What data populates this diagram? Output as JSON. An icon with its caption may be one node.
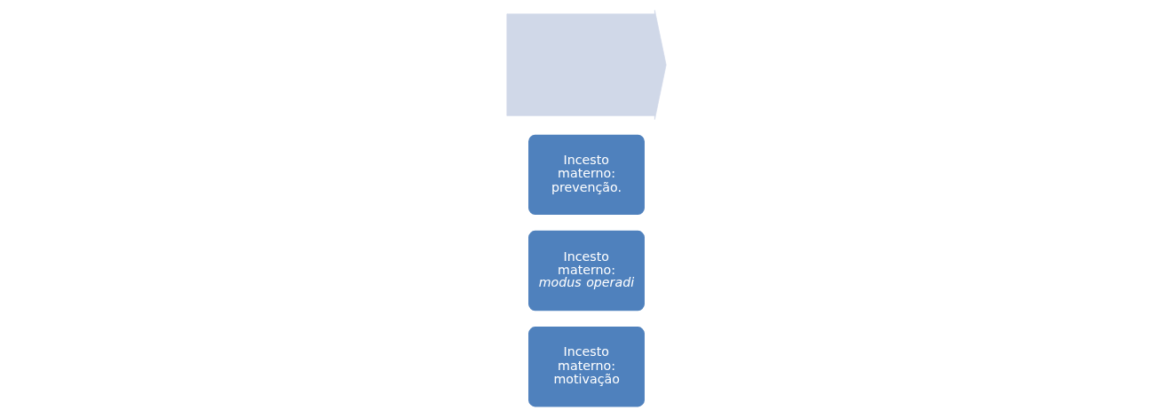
{
  "diagram": {
    "nodes": [
      {
        "text": [
          "Incesto materno: motivação"
        ]
      },
      {
        "text": [
          "Incesto materno: *modus operadi*"
        ]
      },
      {
        "text": [
          "Incesto materno: prevenção."
        ]
      },
      {
        "text": [],
        "shape": "arrow"
      }
    ],
    "edges": []
  }
}
